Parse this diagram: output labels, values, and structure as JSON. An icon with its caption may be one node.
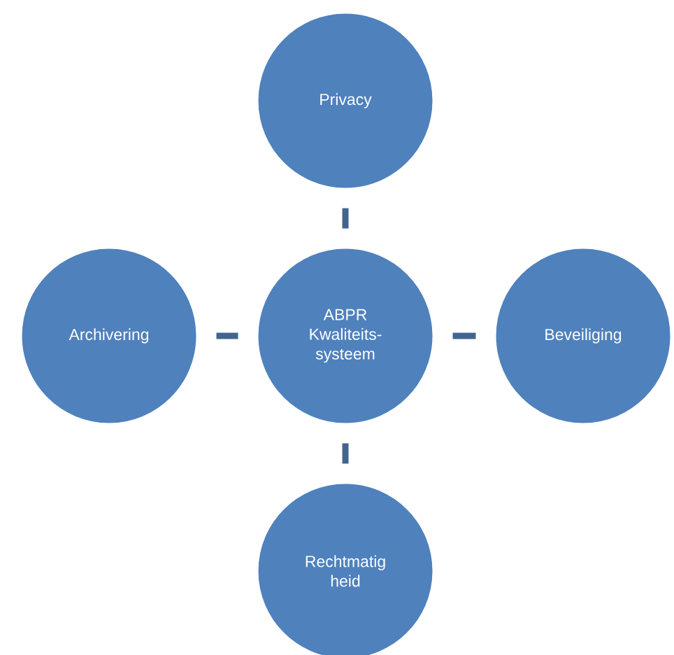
{
  "diagram": {
    "nodes": [
      {
        "text": [
          "Privacy"
        ]
      },
      {
        "text": [
          "Archivering"
        ]
      },
      {
        "text": [
          "ABPR Kwaliteits-systeem"
        ]
      },
      {
        "text": [
          "Beveiliging"
        ]
      },
      {
        "text": [
          "Rechtmatig heid"
        ]
      }
    ],
    "edges": [
      {
        "from": 2,
        "to": 0,
        "arrow": "none"
      },
      {
        "from": 2,
        "to": 1,
        "arrow": "none"
      },
      {
        "from": 2,
        "to": 3,
        "arrow": "none"
      },
      {
        "from": 2,
        "to": 4,
        "arrow": "none"
      }
    ]
  }
}
